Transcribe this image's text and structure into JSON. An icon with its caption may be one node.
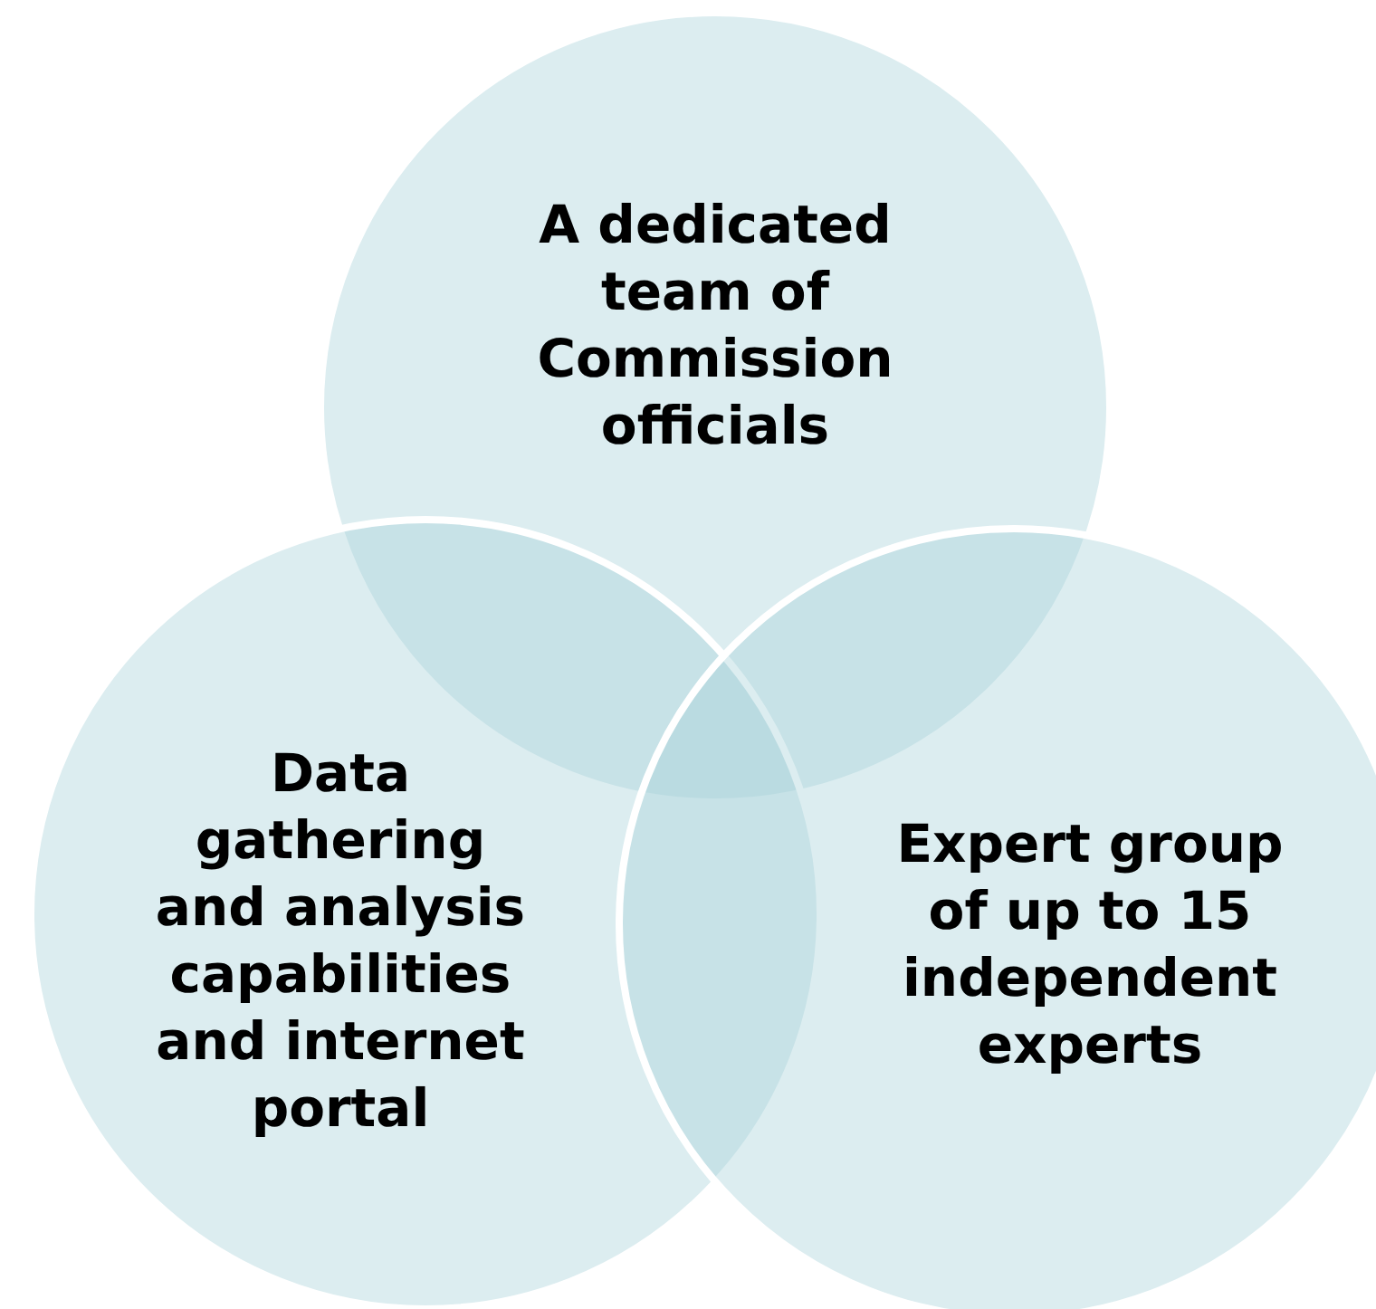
{
  "diagram": {
    "nodes": [
      {
        "text": [
          "A dedicated team of Commission officials"
        ]
      },
      {
        "text": [
          "Data gathering and analysis capabilities and internet portal"
        ]
      },
      {
        "text": [
          "Expert group of up to 15 independent experts"
        ]
      }
    ]
  }
}
